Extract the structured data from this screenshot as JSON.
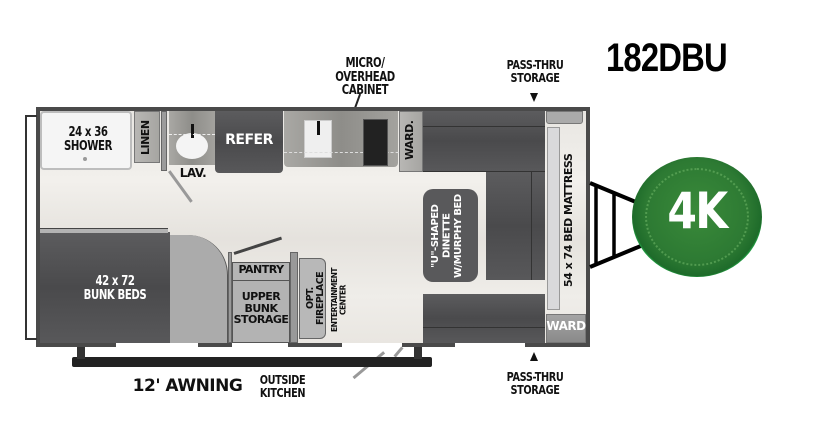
{
  "model_name": "182DBU",
  "badge": {
    "text": "4K",
    "color_outer": "#1fa040",
    "color_inner": "#2f7a32"
  },
  "labels": {
    "micro": [
      "MICRO/",
      "OVERHEAD CABINET"
    ],
    "pass_thru_top": [
      "PASS-THRU",
      "STORAGE"
    ],
    "pass_thru_bottom": [
      "PASS-THRU",
      "STORAGE"
    ],
    "shower": [
      "24 x 36",
      "SHOWER"
    ],
    "linen": "LINEN",
    "lav": "LAV.",
    "refer": "REFER",
    "ward_top": "WARD.",
    "ward_bottom": "WARD",
    "bed_mattress": "54 x 74 BED MATTRESS",
    "dinette": [
      "\"U\"-SHAPED",
      "DINETTE",
      "W/MURPHY BED"
    ],
    "bunk_beds": [
      "42 x 72",
      "BUNK BEDS"
    ],
    "pantry": "PANTRY",
    "upper_bunk_storage": [
      "UPPER",
      "BUNK",
      "STORAGE"
    ],
    "opt_fireplace": "OPT. FIREPLACE",
    "entertainment_center": [
      "ENTERTAINMENT",
      "CENTER"
    ],
    "awning": "12' AWNING",
    "outside_kitchen": [
      "OUTSIDE",
      "KITCHEN"
    ]
  },
  "colors": {
    "wall": "#4a4a4a",
    "dark_furniture": "#505052",
    "counter": "#9a9995",
    "floor": "#ebe9e5"
  }
}
